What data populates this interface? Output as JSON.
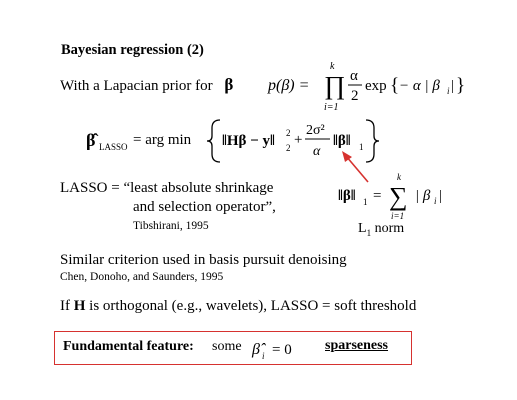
{
  "slide": {
    "title": "Bayesian regression (2)",
    "prior_label": "With a Lapacian prior for",
    "prior_symbol": "β",
    "prior_formula": {
      "lhs": "p(β) =",
      "prod_top": "k",
      "prod_bottom": "i=1",
      "frac_num": "α",
      "frac_den": "2",
      "exp": "exp",
      "exp_arg": "− α | β",
      "exp_sub": "i",
      "exp_close": "|"
    },
    "lasso_formula": {
      "lhs": "β̂",
      "lhs_sub": "LASSO",
      "eq": "= arg  min",
      "term1": "‖Hβ − y‖",
      "term1_sup": "2",
      "term1_sub": "2",
      "plus": "+",
      "frac_num": "2σ²",
      "frac_den": "α",
      "term2": "‖β‖",
      "term2_sub": "1"
    },
    "lasso_line1": "LASSO = “least absolute shrinkage",
    "lasso_line2": "and selection operator”,",
    "citation_tibshirani": "Tibshirani, 1995",
    "l1_formula": {
      "lhs": "‖β‖",
      "lhs_sub": "1",
      "eq": "=",
      "sum_top": "k",
      "sum_bottom": "i=1",
      "rhs": "| β",
      "rhs_sub": "i",
      "rhs_close": "|"
    },
    "l1_norm_label": "L",
    "l1_norm_sub": "1",
    "l1_norm_word": " norm",
    "similar_text": "Similar criterion used in basis pursuit denoising",
    "citation_chen": "Chen, Donoho, and Saunders, 1995",
    "orth_prefix": "If ",
    "orth_bold": "H",
    "orth_suffix": " is orthogonal (e.g., wavelets), LASSO = soft threshold",
    "feature_label": "Fundamental feature:",
    "feature_some": "some",
    "feature_formula": "β̂",
    "feature_sub": "i",
    "feature_eq": "= 0",
    "feature_sparseness": "sparseness"
  },
  "colors": {
    "box_border": "#d6322f",
    "arrow": "#d6322f",
    "text": "#000000"
  }
}
